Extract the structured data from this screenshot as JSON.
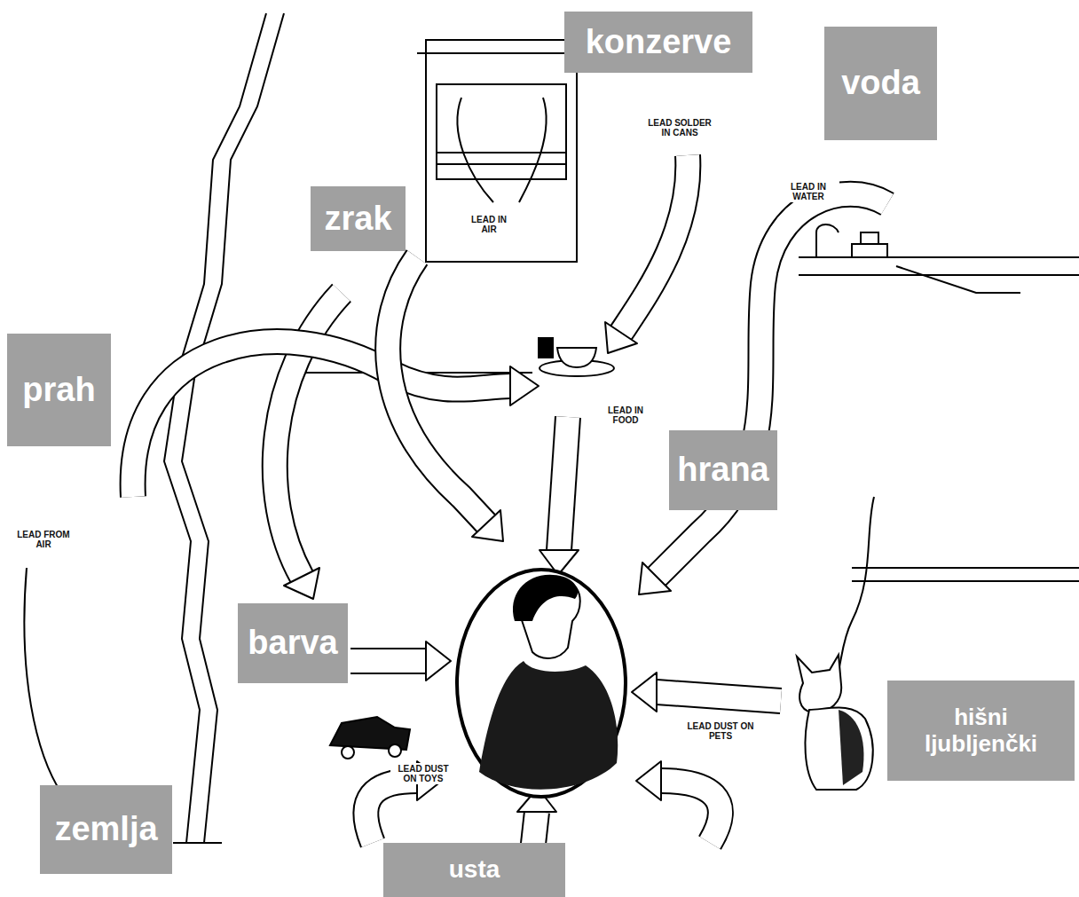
{
  "diagram": {
    "nodes": [
      {
        "text": [
          "konzerve"
        ]
      },
      {
        "text": [
          "voda"
        ]
      },
      {
        "text": [
          "zrak"
        ]
      },
      {
        "text": [
          "prah"
        ]
      },
      {
        "text": [
          "hrana"
        ]
      },
      {
        "text": [
          "barva"
        ]
      },
      {
        "text": [
          "hišni ljubljenčki"
        ]
      },
      {
        "text": [
          "zemlja"
        ]
      },
      {
        "text": [
          "usta"
        ]
      }
    ],
    "labels": [
      "LEAD SOLDER IN CANS",
      "LEAD IN WATER",
      "LEAD IN AIR",
      "LEAD IN FOOD",
      "LEAD FROM AIR",
      "LEAD DUST ON PETS",
      "LEAD DUST ON TOYS"
    ]
  }
}
